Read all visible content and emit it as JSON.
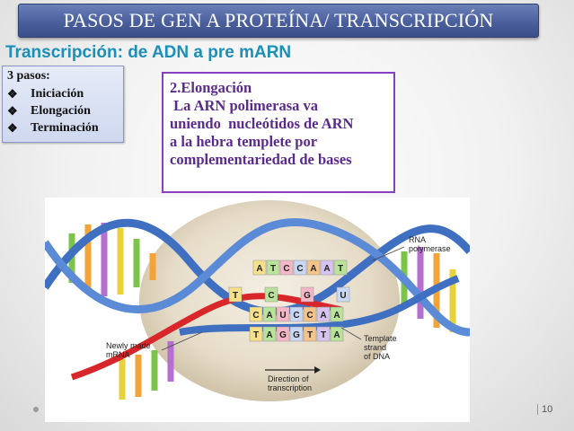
{
  "slide": {
    "title": "PASOS DE GEN A PROTEÍNA/ TRANSCRIPCIÓN",
    "subtitle": "Transcripción: de ADN a pre mARN",
    "page_number": "10"
  },
  "steps_box": {
    "heading": "3 pasos:",
    "items": [
      "Iniciación",
      "Elongación",
      "Terminación"
    ]
  },
  "elongation_box": {
    "lines": [
      "2.Elongación",
      " La ARN polimerasa va",
      "uniendo  nucleótidos de ARN",
      "a la hebra templete por",
      "complementariedad de bases"
    ]
  },
  "figure": {
    "rna_polymerase_label": [
      "RNA",
      "polymerase"
    ],
    "newly_made_mrna_label": [
      "Newly made",
      "mRNA"
    ],
    "template_strand_label": [
      "Template",
      "strand",
      "of DNA"
    ],
    "direction_label": [
      "Direction of",
      "transcription"
    ],
    "top_strand_bases": [
      "A",
      "T",
      "C",
      "C",
      "A",
      "A",
      "T"
    ],
    "mrna_bases": [
      "C",
      "A",
      "U",
      "C",
      "C",
      "A",
      "A"
    ],
    "template_bases": [
      "T",
      "A",
      "G",
      "G",
      "T",
      "T",
      "A"
    ],
    "side_bases": [
      "T",
      "C",
      "G",
      "U"
    ]
  },
  "colors": {
    "title_bar": "#4a5f9c",
    "subtitle": "#1b8fb8",
    "elongation_text": "#5b2a8f",
    "elongation_border": "#8a3fc1",
    "dna_backbone": "#3f6fc0",
    "mrna_strand": "#d9262b"
  }
}
